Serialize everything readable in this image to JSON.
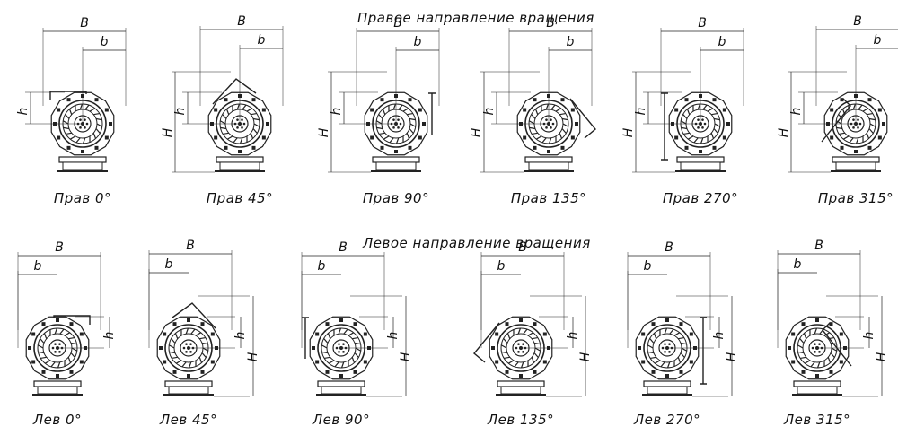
{
  "titles": {
    "right": "Правое направление вращения",
    "left": "Левое направление вращения"
  },
  "labels": {
    "B": "B",
    "b": "b",
    "h": "h",
    "H": "H"
  },
  "rows": [
    {
      "key": "right",
      "captions": [
        "Прав 0°",
        "Прав 45°",
        "Прав 90°",
        "Прав 135°",
        "Прав 270°",
        "Прав 315°"
      ]
    },
    {
      "key": "left",
      "captions": [
        "Лев 0°",
        "Лев 45°",
        "Лев 90°",
        "Лев  135°",
        "Лев 270°",
        "Лев 315°"
      ]
    }
  ]
}
